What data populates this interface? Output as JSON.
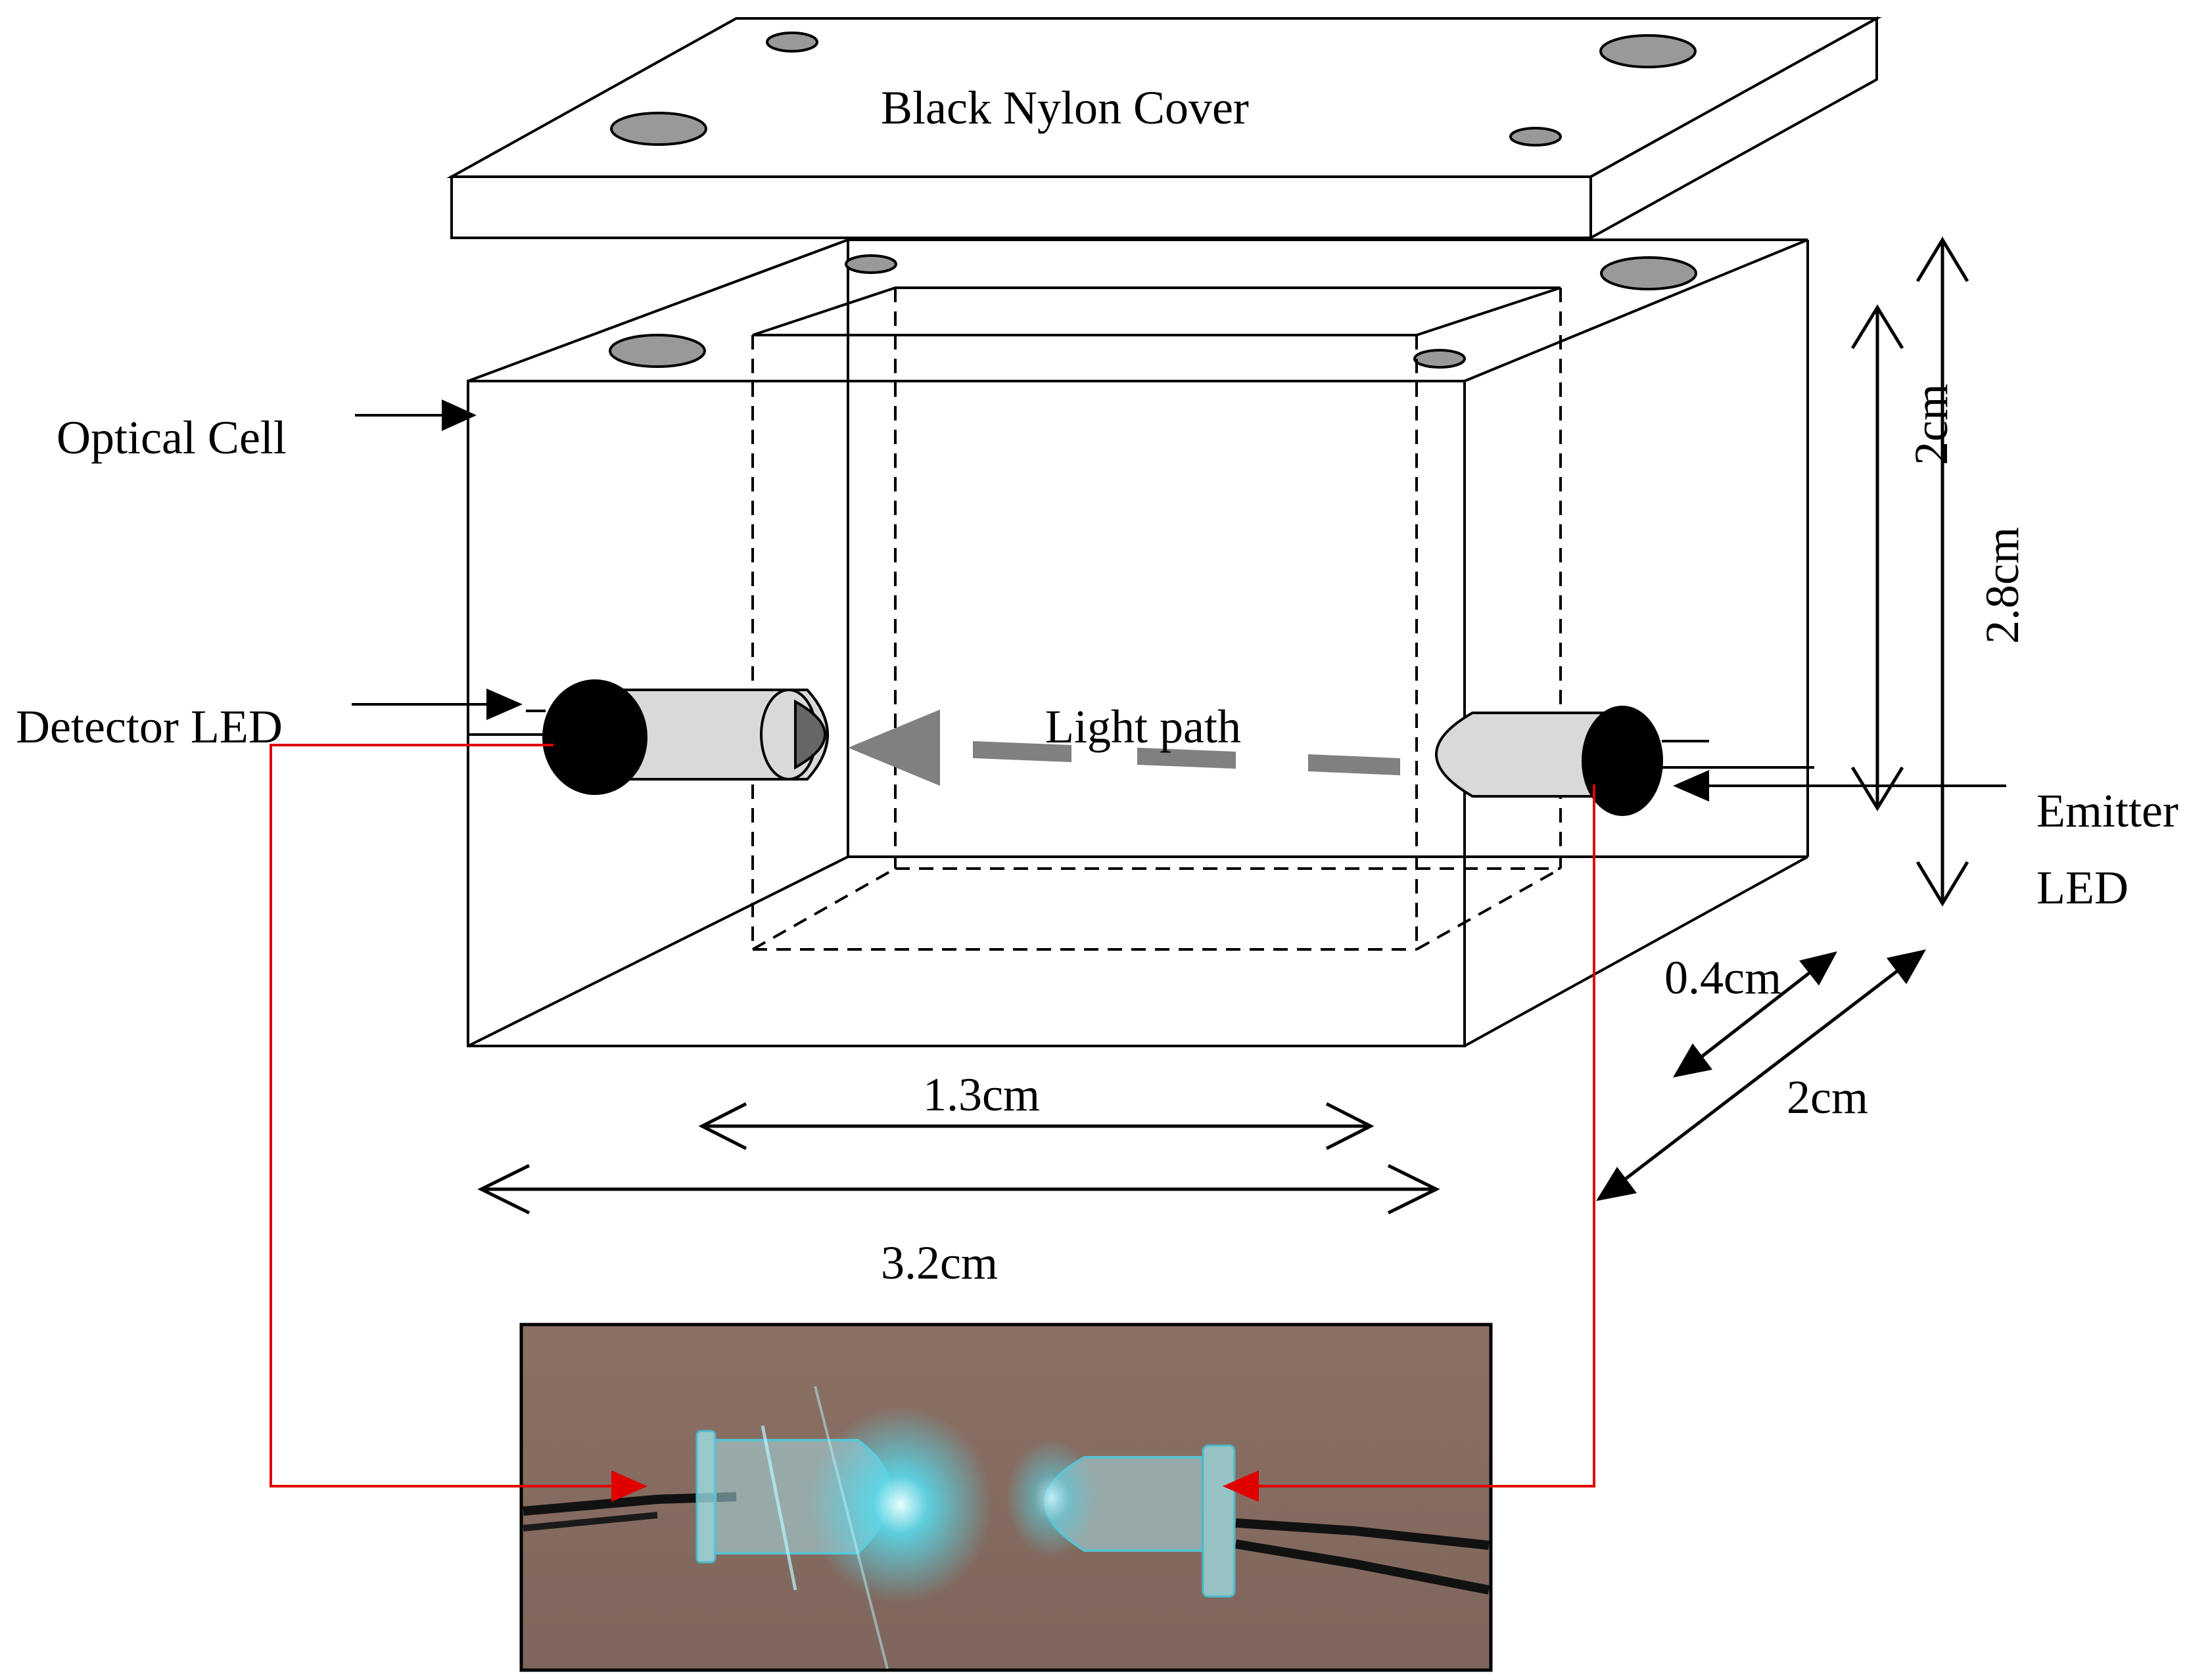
{
  "labels": {
    "cover": "Black Nylon Cover",
    "optical_cell": "Optical Cell",
    "detector_led": "Detector LED",
    "light_path": "Light path",
    "emitter_line1": "Emitter",
    "emitter_line2": "LED"
  },
  "dimensions": {
    "inner_height": "2cm",
    "outer_height": "2.8cm",
    "inner_width": "1.3cm",
    "outer_width": "3.2cm",
    "wall_thickness": "0.4cm",
    "depth": "2cm"
  },
  "colors": {
    "line": "#000000",
    "hole_fill": "#999999",
    "led_tube": "#d9d9d9",
    "led_cap": "#000000",
    "light_path": "#808080",
    "wire": "#e00000",
    "photo_bg": "#8a6e62",
    "led_glow": "#4ad6e6"
  }
}
